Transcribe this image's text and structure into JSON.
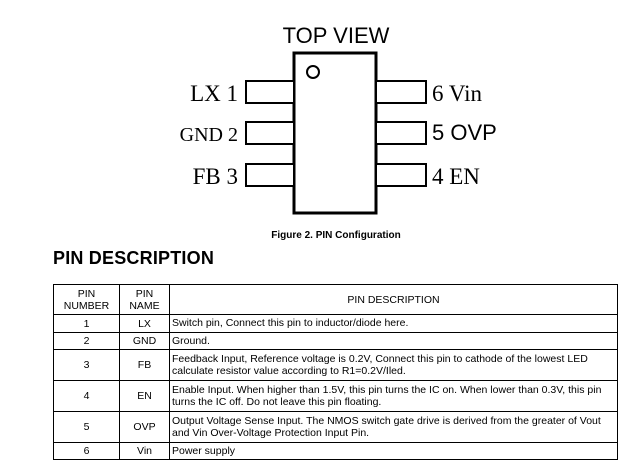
{
  "figure": {
    "view_title": "TOP VIEW",
    "caption": "Figure 2.  PIN Configuration",
    "pins_left": [
      {
        "label": "LX 1"
      },
      {
        "label": "GND 2"
      },
      {
        "label": "FB 3"
      }
    ],
    "pins_right": [
      {
        "label": "6 Vin"
      },
      {
        "label": "5 OVP"
      },
      {
        "label": "4 EN"
      }
    ]
  },
  "section": {
    "title": "PIN DESCRIPTION"
  },
  "table": {
    "headers": {
      "pin_number_line1": "PIN",
      "pin_number_line2": "NUMBER",
      "pin_name_line1": "PIN",
      "pin_name_line2": "NAME",
      "description": "PIN DESCRIPTION"
    },
    "rows": [
      {
        "number": "1",
        "name": "LX",
        "description": "Switch pin, Connect this pin to inductor/diode here."
      },
      {
        "number": "2",
        "name": "GND",
        "description": "Ground."
      },
      {
        "number": "3",
        "name": "FB",
        "description": "Feedback Input, Reference voltage is 0.2V, Connect this pin to cathode of the lowest LED calculate resistor value according to R1=0.2V/Iled."
      },
      {
        "number": "4",
        "name": "EN",
        "description": "Enable Input. When higher than 1.5V, this pin turns the IC on. When lower than 0.3V, this pin turns the IC off.  Do not leave this pin floating."
      },
      {
        "number": "5",
        "name": "OVP",
        "description": "Output Voltage Sense Input. The NMOS switch gate drive is derived from the greater of Vout and Vin  Over-Voltage Protection Input Pin."
      },
      {
        "number": "6",
        "name": "Vin",
        "description": "Power supply"
      }
    ]
  }
}
